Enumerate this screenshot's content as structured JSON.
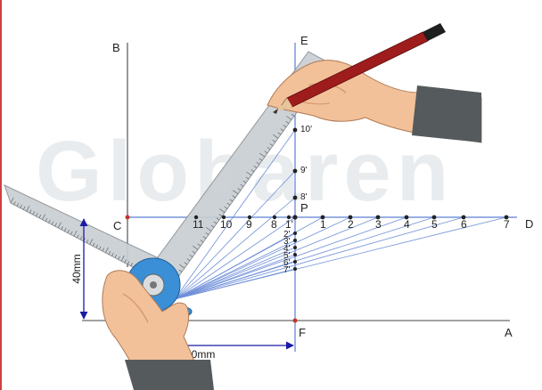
{
  "watermark": "Globaren",
  "points": {
    "B": "B",
    "E": "E",
    "C": "C",
    "P": "P",
    "D": "D",
    "F": "F",
    "A": "A"
  },
  "colors": {
    "construction_line": "#6f8fd8",
    "dimension": "#1a1aa8",
    "point_red": "#c0392b",
    "ruler_fill": "#c9cfd3",
    "ruler_edge": "#8a9095",
    "protractor": "#3a8fd6",
    "skin": "#f2c199",
    "skin_shadow": "#d79b70",
    "sleeve": "#555a5c",
    "pencil_body": "#9e1c1c",
    "pencil_cap": "#1f1f1f"
  },
  "horizontal_divisions": [
    "1",
    "2",
    "3",
    "4",
    "5",
    "6",
    "7"
  ],
  "left_divisions": [
    "11",
    "10",
    "9",
    "8",
    "1'"
  ],
  "vertical_divisions": [
    "8'",
    "9'",
    "10'"
  ],
  "small_divisions": [
    "2'",
    "3'",
    "4'",
    "5'",
    "6'",
    "7'"
  ],
  "dimensions": {
    "vertical": "40mm",
    "horizontal": "50mm"
  },
  "icons": {
    "left_hand": "hand-holding-set-square-icon",
    "right_hand": "hand-holding-pencil-icon",
    "pencil": "pencil-icon"
  }
}
